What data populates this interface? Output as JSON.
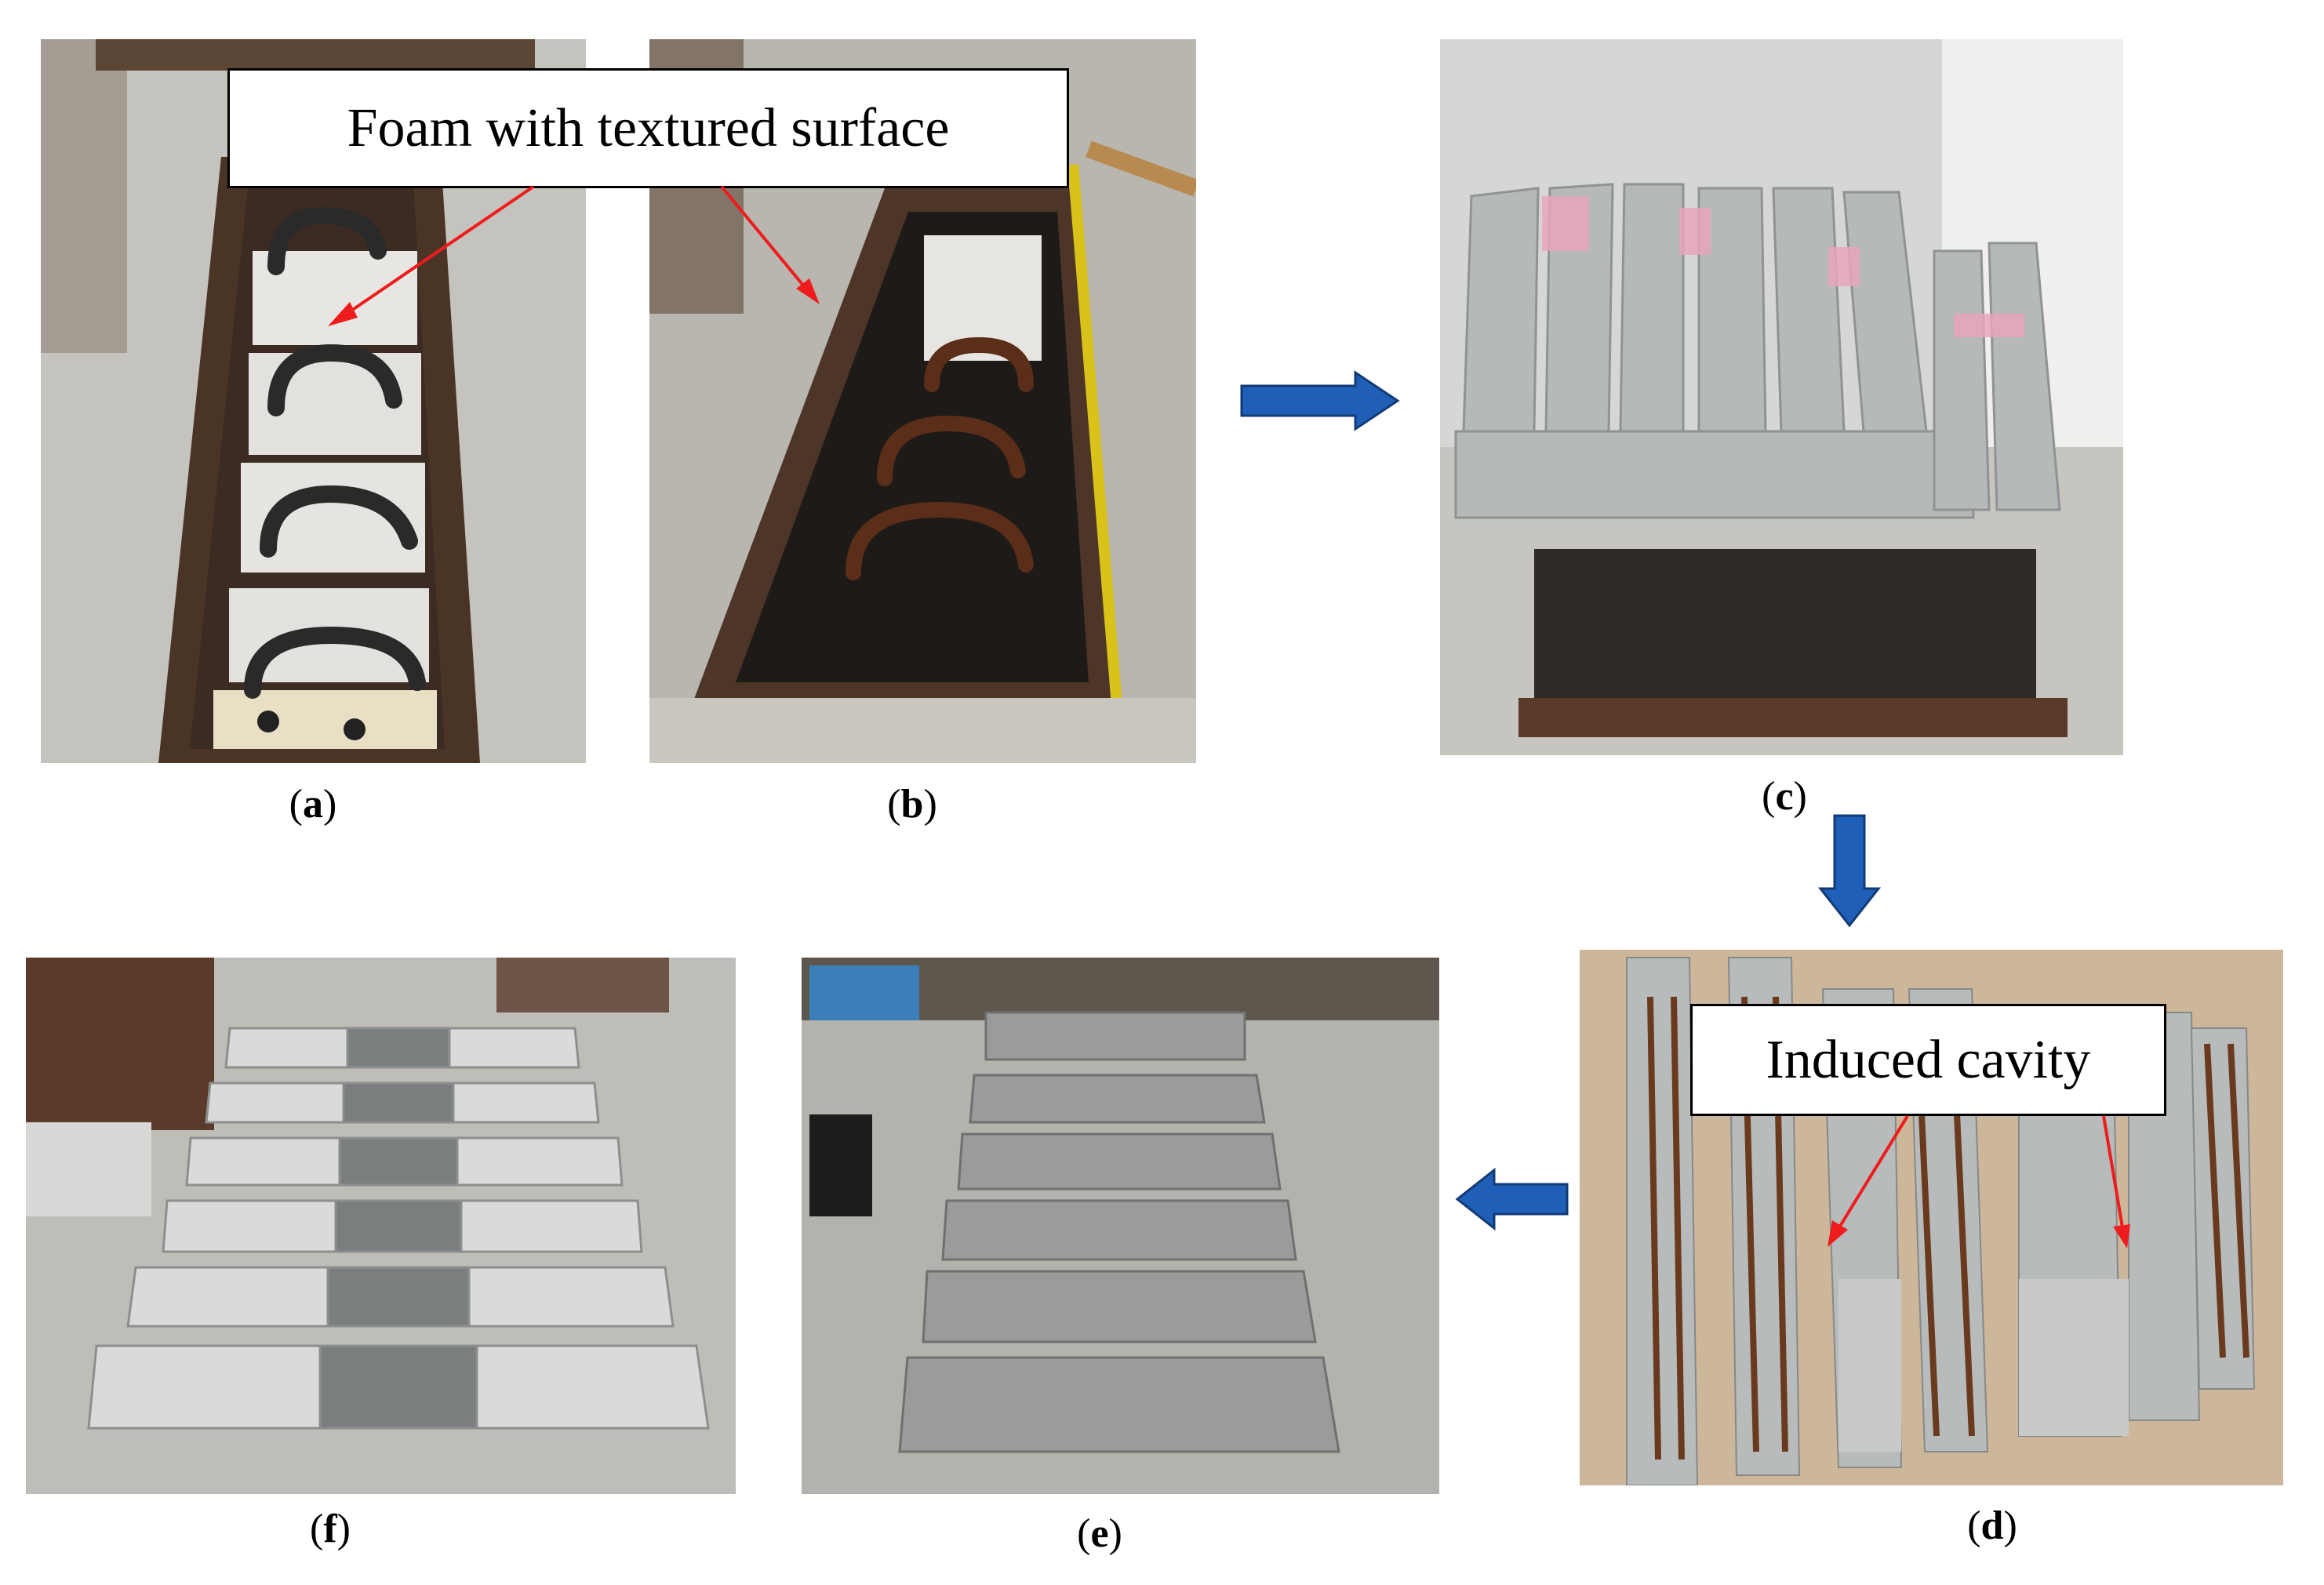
{
  "panels": {
    "a": {
      "caption_open": "(",
      "caption_letter": "a",
      "caption_close": ")"
    },
    "b": {
      "caption_open": "(",
      "caption_letter": "b",
      "caption_close": ")"
    },
    "c": {
      "caption_open": "(",
      "caption_letter": "c",
      "caption_close": ")"
    },
    "d": {
      "caption_open": "(",
      "caption_letter": "d",
      "caption_close": ")"
    },
    "e": {
      "caption_open": "(",
      "caption_letter": "e",
      "caption_close": ")"
    },
    "f": {
      "caption_open": "(",
      "caption_letter": "f",
      "caption_close": ")"
    }
  },
  "callouts": {
    "foam": "Foam with textured surface",
    "cavity": "Induced cavity"
  },
  "colors": {
    "flow_arrow": "#1f5fb8",
    "pointer_arrow": "#ee1c1c",
    "concrete": "#b9bcbc",
    "mold_steel": "#5a3a2a",
    "floor": "#c8c6c0"
  }
}
